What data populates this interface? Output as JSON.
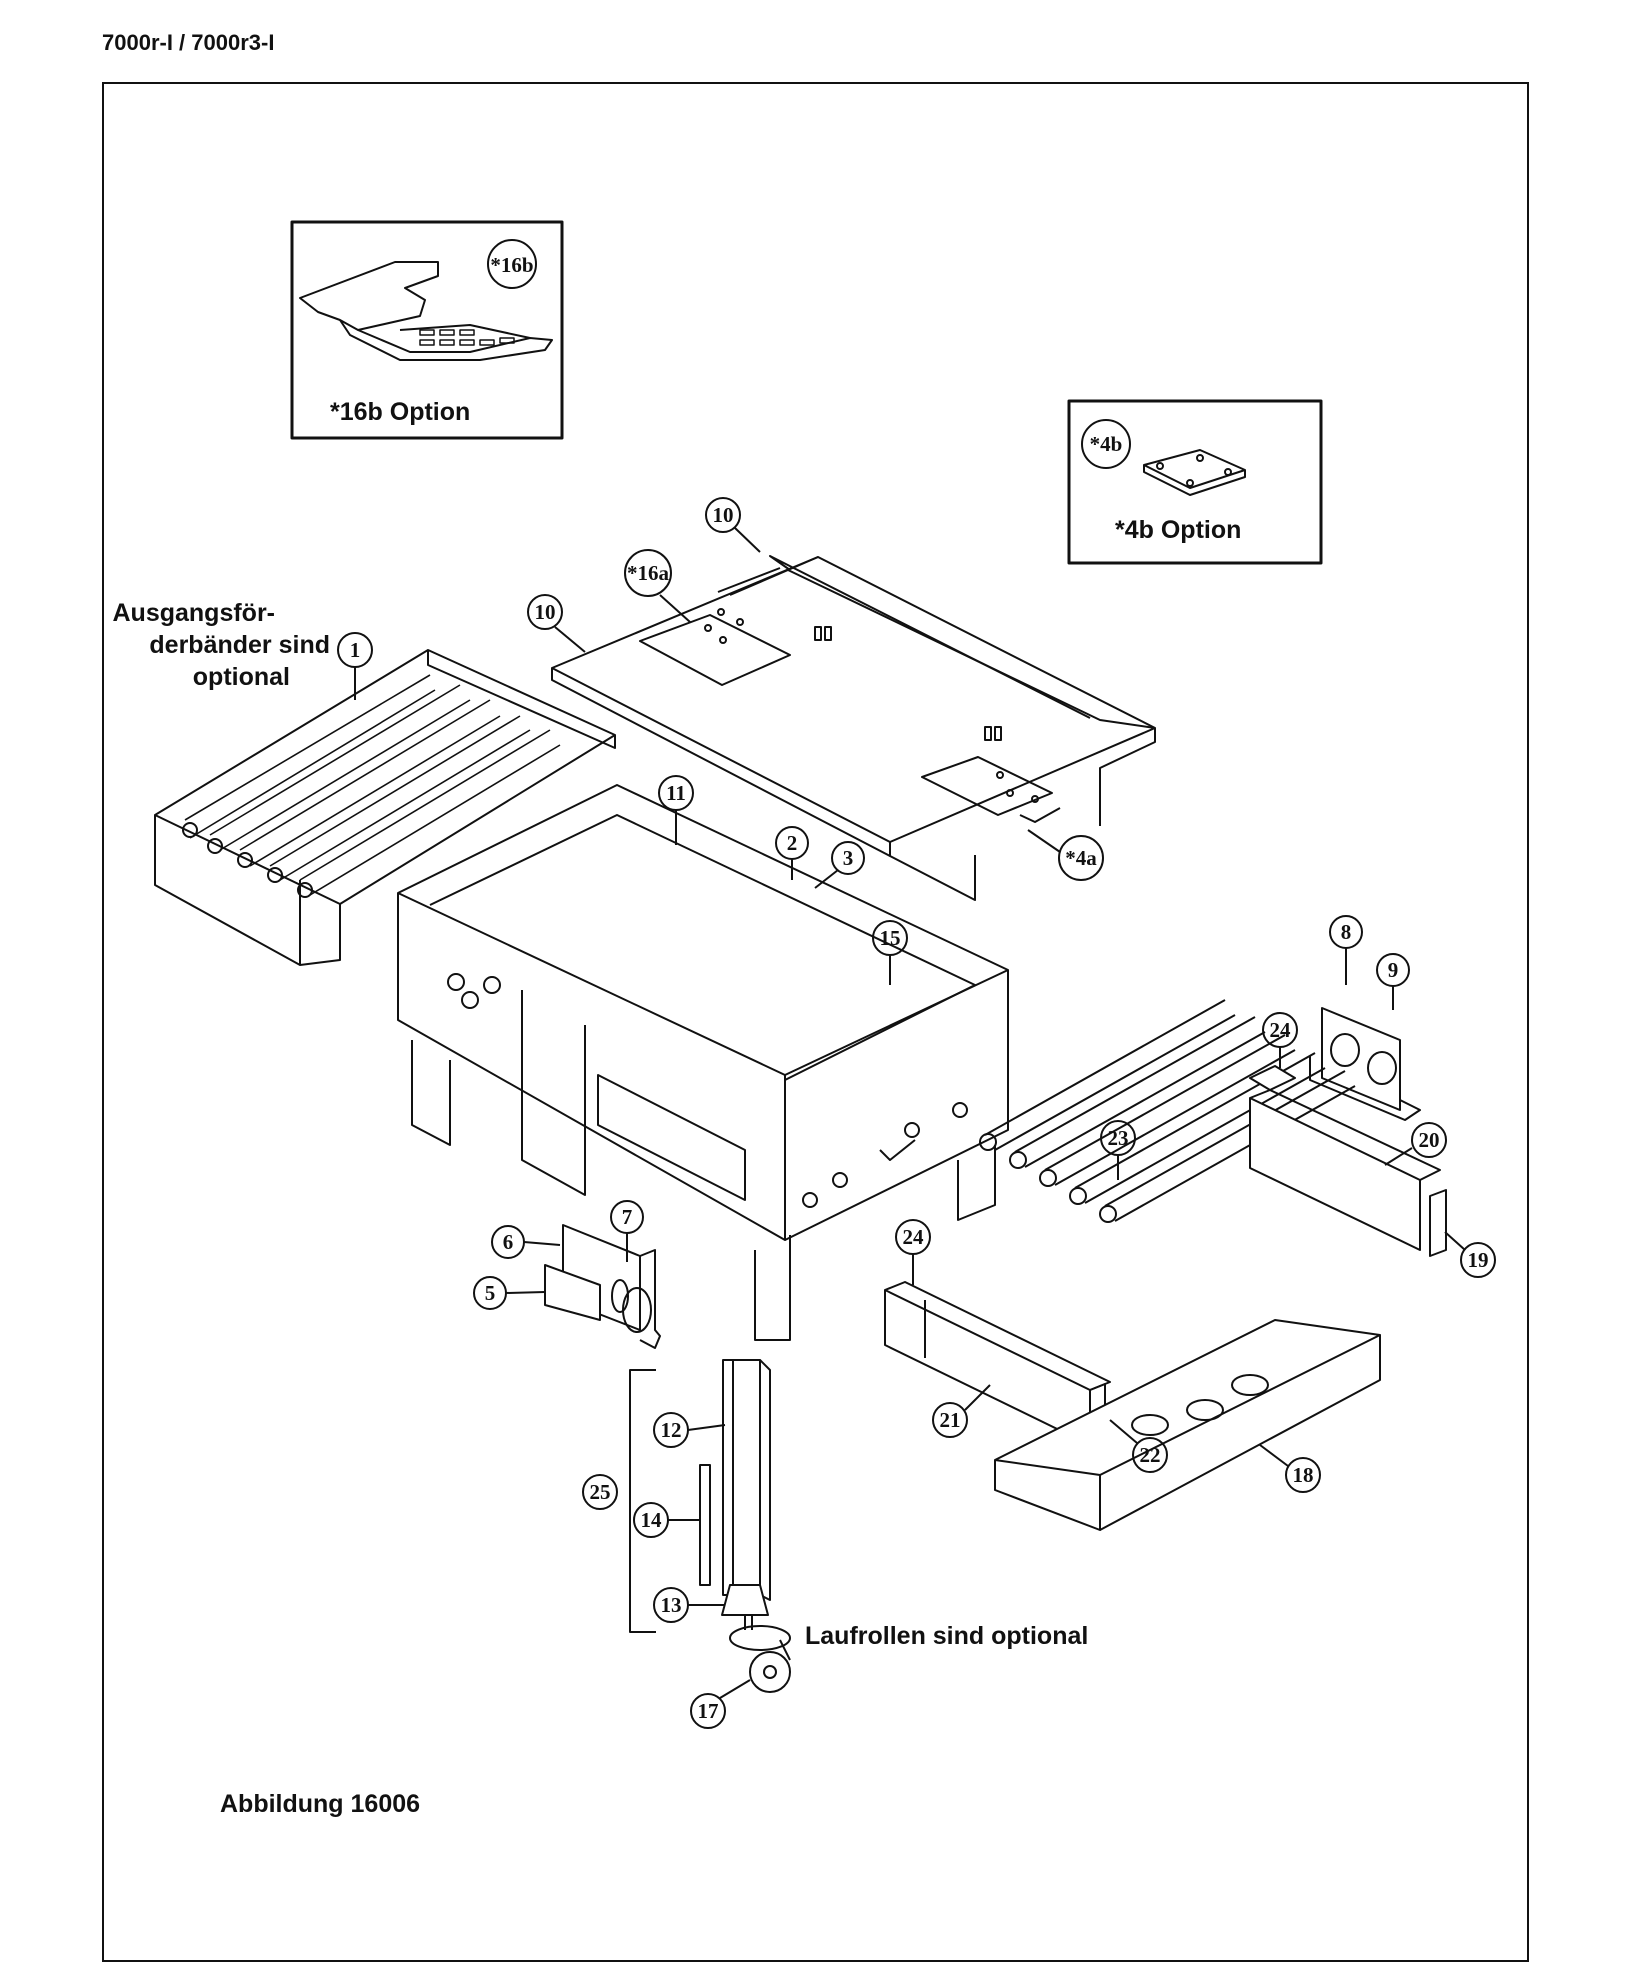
{
  "header": {
    "model": "7000r-I / 7000r3-I"
  },
  "figure": {
    "caption": "Abbildung 16006"
  },
  "insets": {
    "inset_16b": {
      "callout": "*16b",
      "label": "*16b Option"
    },
    "inset_4b": {
      "callout": "*4b",
      "label": "*4b Option"
    }
  },
  "notes": {
    "exit_conveyor_line1": "Ausgangsför-",
    "exit_conveyor_line2": "derbänder sind",
    "exit_conveyor_line3": "optional",
    "casters": "Laufrollen sind optional"
  },
  "callouts": {
    "c1": "1",
    "c2": "2",
    "c3": "3",
    "c4a": "*4a",
    "c5": "5",
    "c6": "6",
    "c7": "7",
    "c8": "8",
    "c9": "9",
    "c10a": "10",
    "c10b": "10",
    "c11": "11",
    "c12": "12",
    "c13": "13",
    "c14": "14",
    "c15": "15",
    "c16a": "*16a",
    "c17": "17",
    "c18": "18",
    "c19": "19",
    "c20": "20",
    "c21": "21",
    "c22": "22",
    "c23": "23",
    "c24a": "24",
    "c24b": "24",
    "c25": "25"
  }
}
